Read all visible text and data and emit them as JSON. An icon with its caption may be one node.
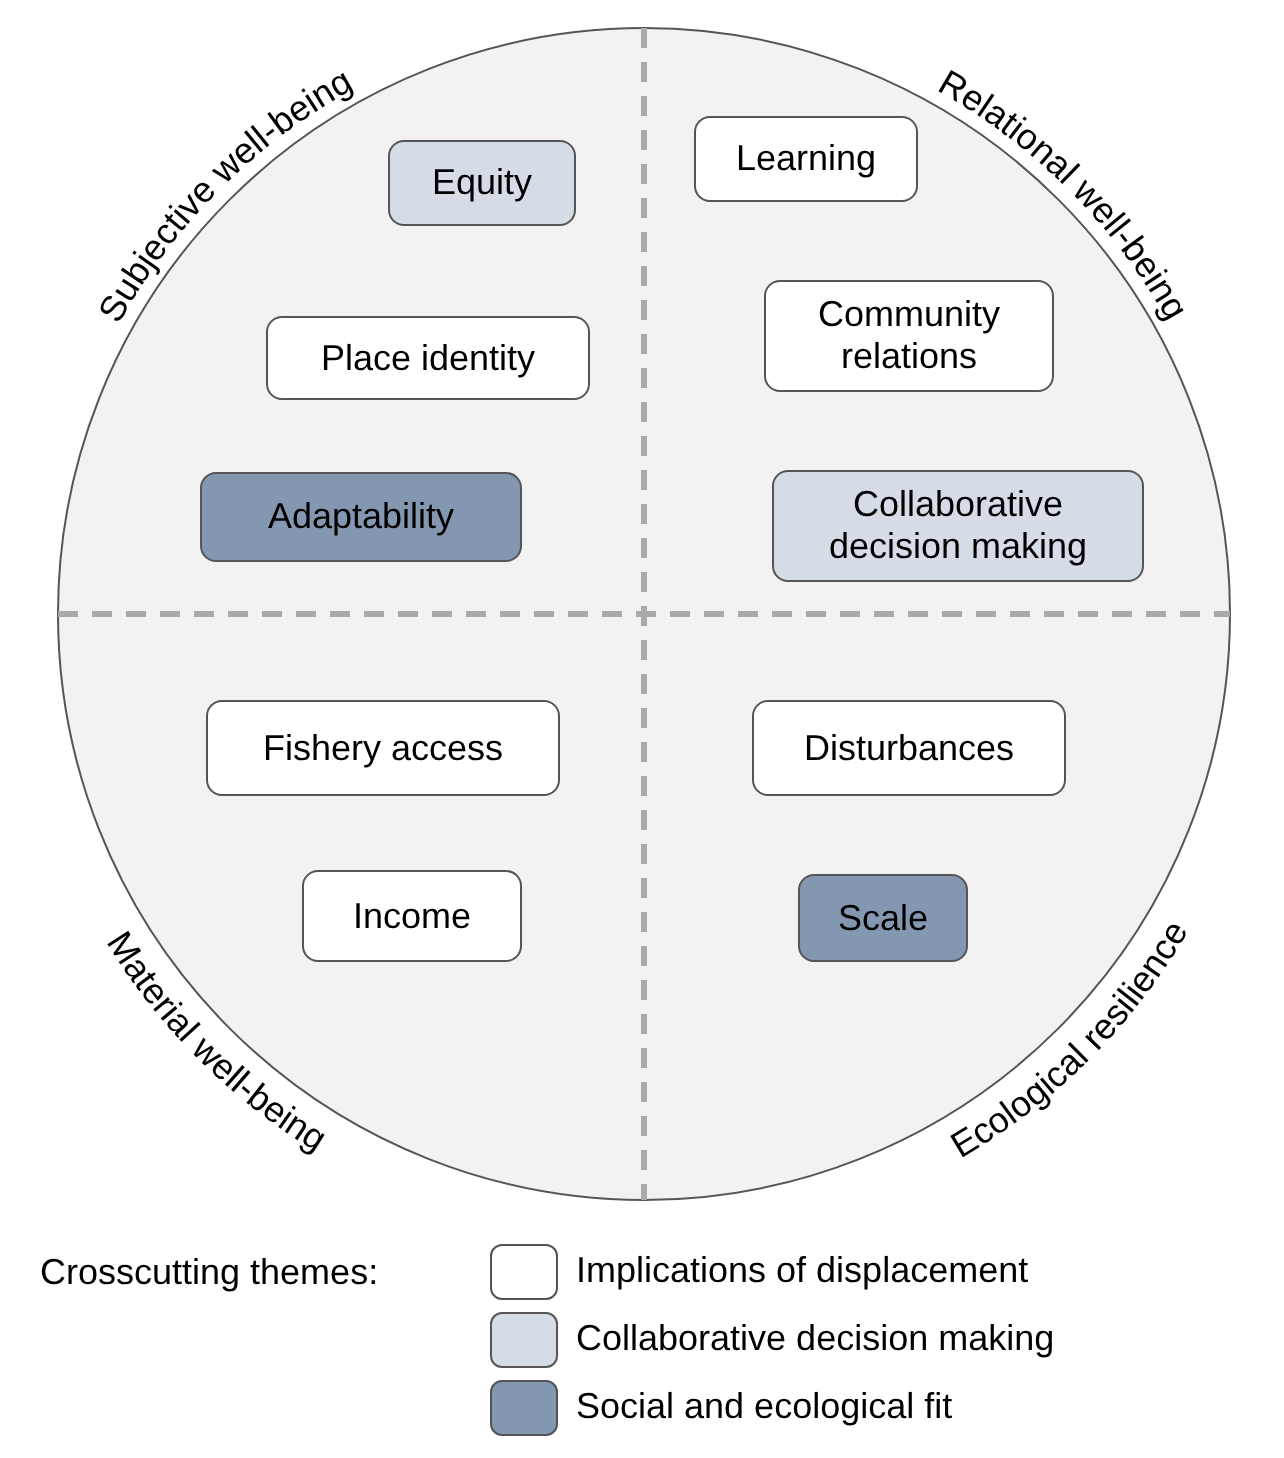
{
  "diagram": {
    "nodes": [
      {
        "text": [
          "Equity"
        ]
      },
      {
        "text": [
          "Place identity"
        ]
      },
      {
        "text": [
          "Adaptability"
        ]
      },
      {
        "text": [
          "Learning"
        ]
      },
      {
        "text": [
          "Community relations"
        ]
      },
      {
        "text": [
          "Collaborative decision making"
        ]
      },
      {
        "text": [
          "Fishery access"
        ]
      },
      {
        "text": [
          "Income"
        ]
      },
      {
        "text": [
          "Disturbances"
        ]
      },
      {
        "text": [
          "Scale"
        ]
      }
    ],
    "edges": [],
    "labels": [
      "Subjective well-being",
      "Relational well-being",
      "Material well-being",
      "Ecological resilience",
      "Crosscutting themes:"
    ],
    "legend": [
      {
        "text": "Implications of displacement",
        "color": "#ffffff"
      },
      {
        "text": "Collaborative decision making",
        "color": "#d6dce5"
      },
      {
        "text": "Social and ecological fit",
        "color": "#8497b0"
      }
    ]
  }
}
